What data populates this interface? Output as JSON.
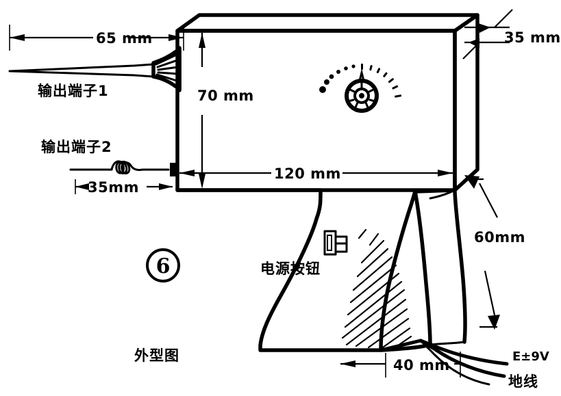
{
  "figure": {
    "number": "⑥",
    "caption": "外型图",
    "caption_meaning": "Exterior view drawing"
  },
  "dimensions": {
    "probe_length": "65 mm",
    "body_height": "70 mm",
    "body_width": "120 mm",
    "body_depth": "35 mm",
    "terminal2_offset": "35mm",
    "grip_length": "60mm",
    "grip_width": "40 mm"
  },
  "labels": {
    "output_terminal_1": "输出端子1",
    "output_terminal_2": "输出端子2",
    "power_button": "电源按钮",
    "supply_wire": "E±9V",
    "ground_wire": "地线"
  },
  "parts": {
    "knob": "rotary-knob",
    "scale_arc": "dial-scale-arc",
    "probe": "needle-probe",
    "coil_lead": "coil-lead",
    "grip_hatch": "grip-texture",
    "switch": "power-switch"
  },
  "colors": {
    "ink": "#000000",
    "paper": "#ffffff"
  }
}
